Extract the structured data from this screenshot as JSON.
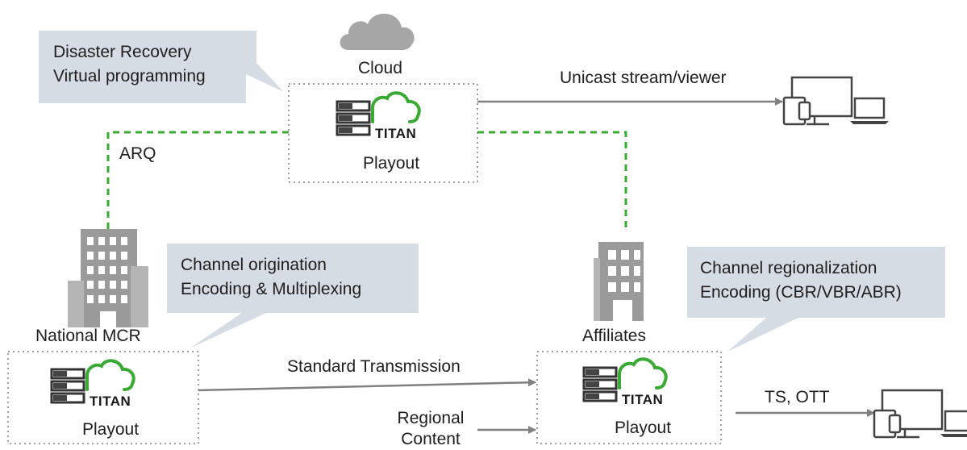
{
  "callouts": {
    "cloud": {
      "line1": "Disaster Recovery",
      "line2": "Virtual programming"
    },
    "national": {
      "line1": "Channel origination",
      "line2": "Encoding & Multiplexing"
    },
    "affiliates": {
      "line1": "Channel regionalization",
      "line2": "Encoding (CBR/VBR/ABR)"
    }
  },
  "sites": {
    "cloud": {
      "label": "Cloud",
      "product": "TITAN",
      "caption": "Playout"
    },
    "national": {
      "label": "National MCR",
      "product": "TITAN",
      "caption": "Playout"
    },
    "affiliates": {
      "label": "Affiliates",
      "product": "TITAN",
      "caption": "Playout"
    }
  },
  "links": {
    "arq": "ARQ",
    "unicast": "Unicast stream/viewer",
    "standard": "Standard Transmission",
    "regional_line1": "Regional",
    "regional_line2": "Content",
    "ts_ott": "TS, OTT"
  },
  "colors": {
    "green": "#3aaa35",
    "link_gray": "#808080",
    "callout_bg": "#d6dce4",
    "building_gray": "#9a9a9a",
    "cloud_gray": "#a6a6a6"
  }
}
